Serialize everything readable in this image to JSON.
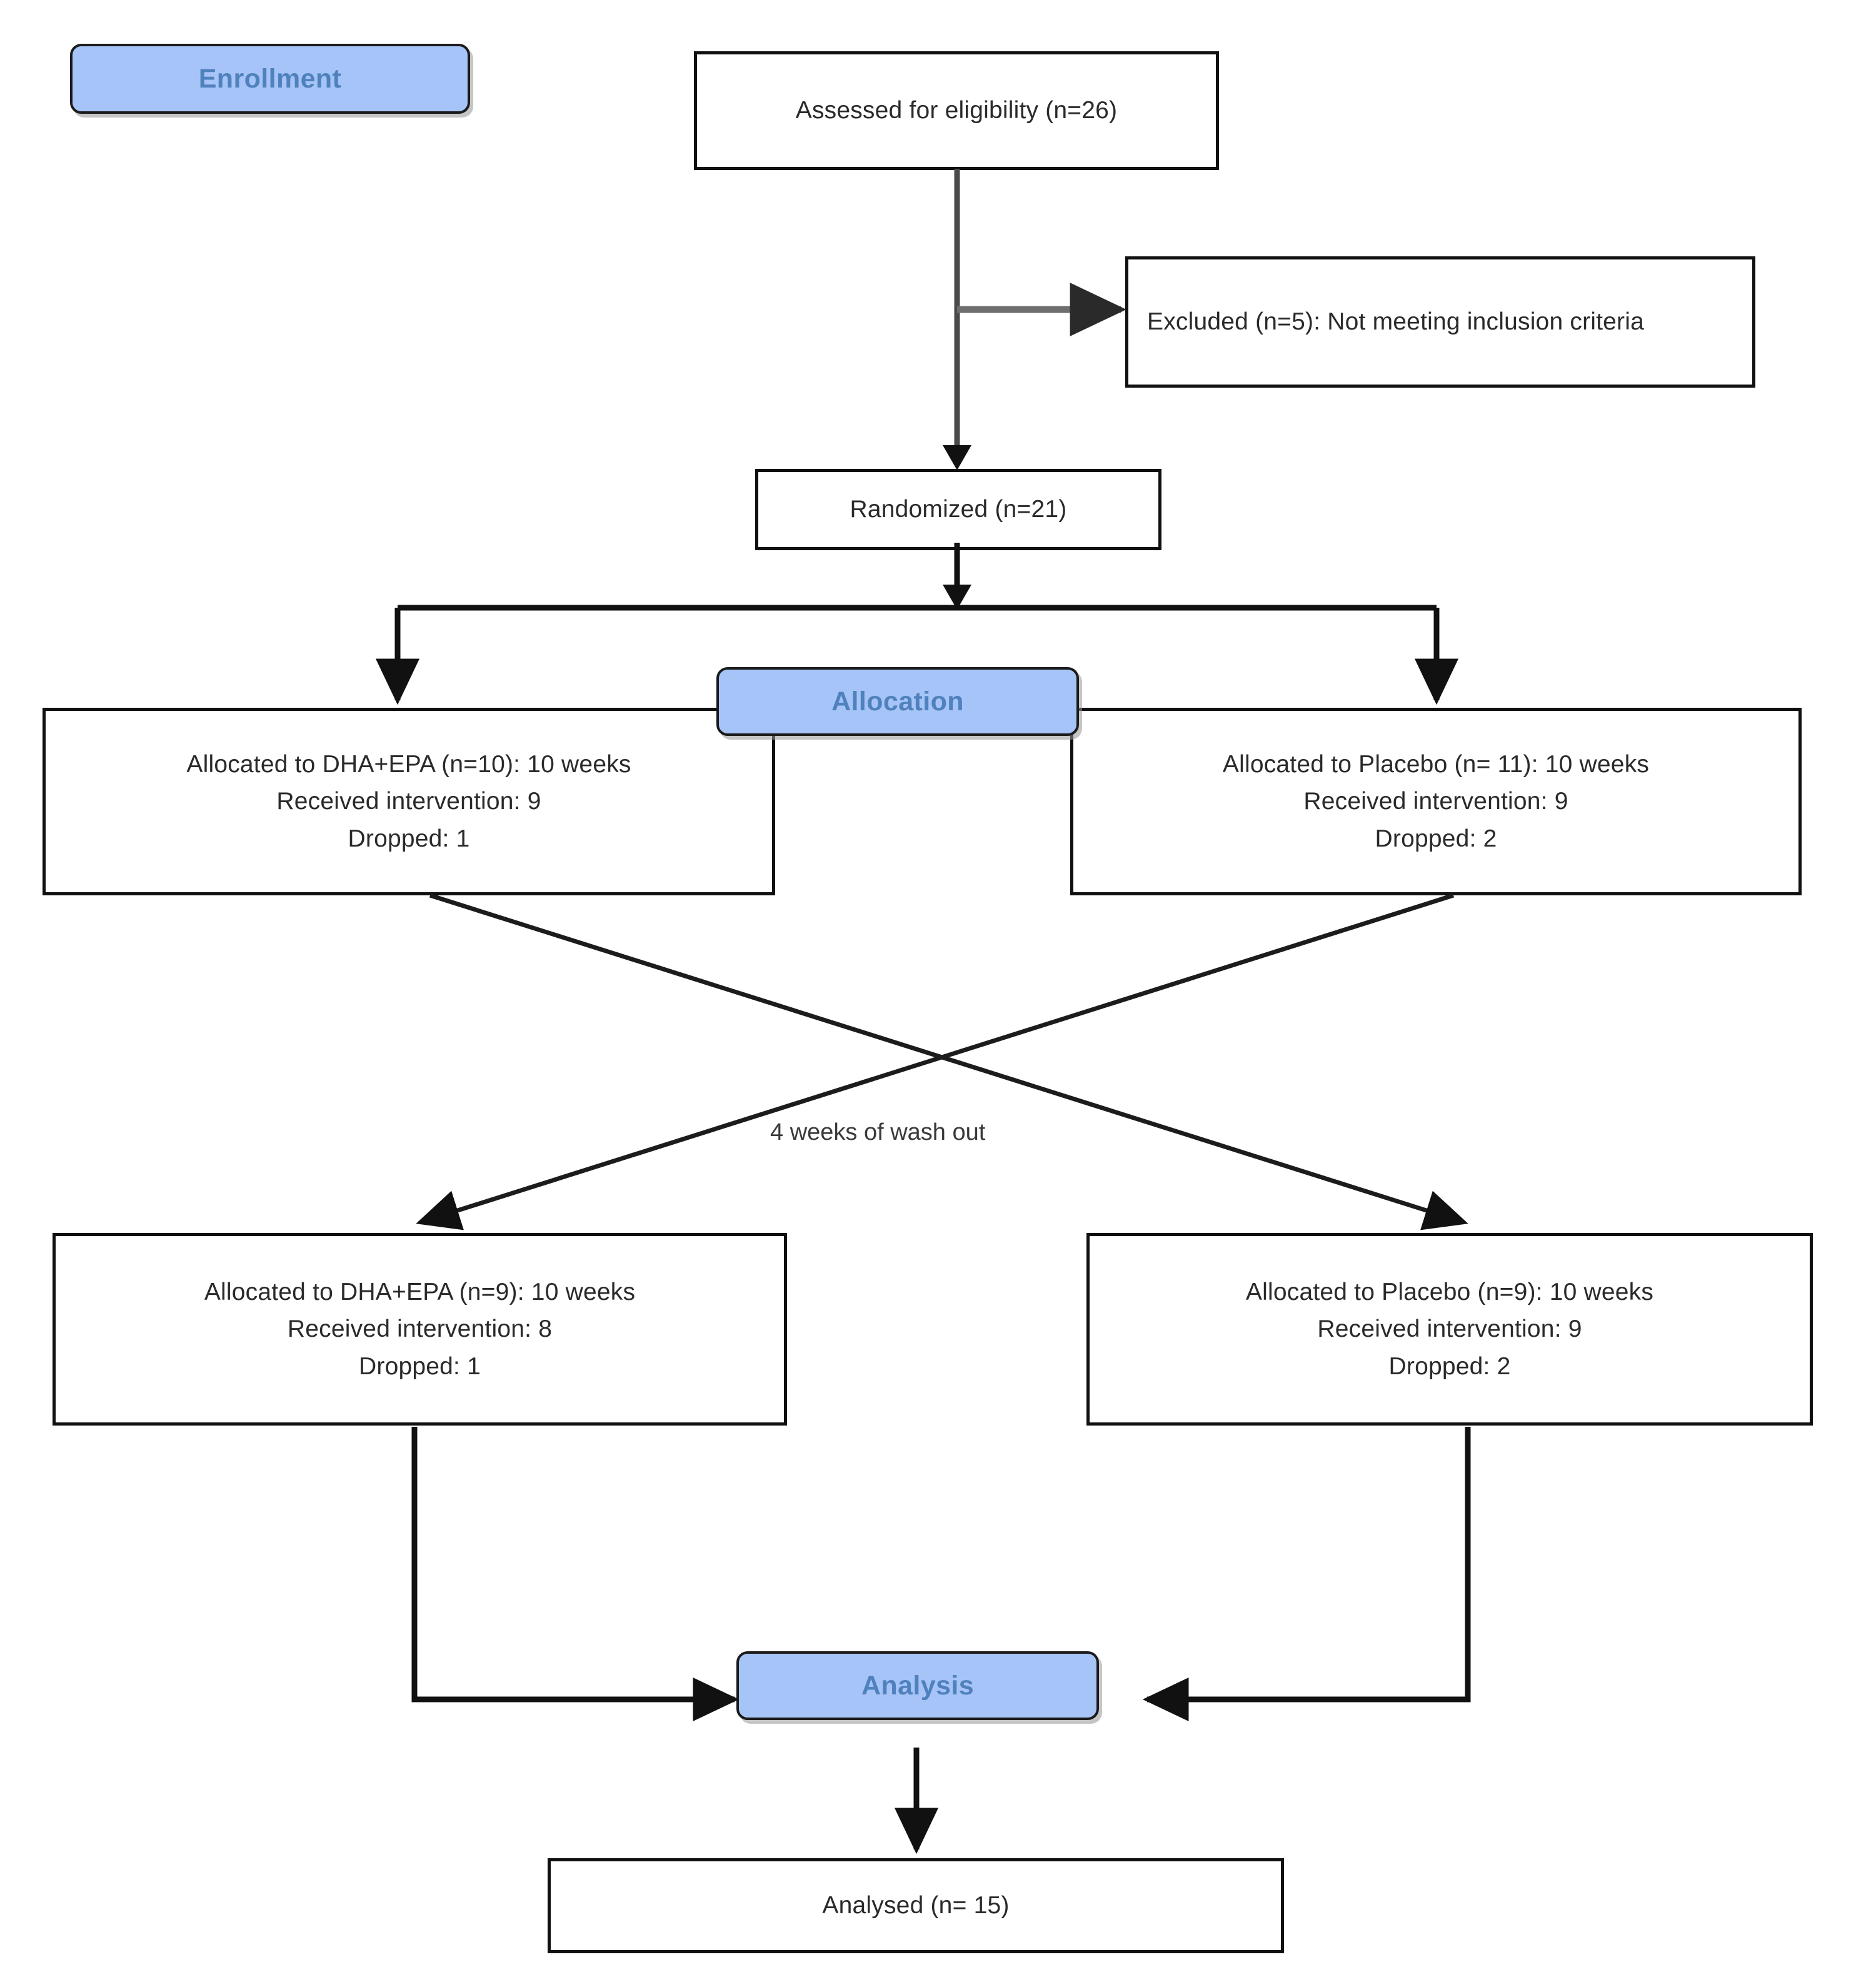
{
  "diagram": {
    "type": "consort-flow-diagram",
    "title": "CONSORT crossover trial flow diagram",
    "colors": {
      "phase_fill": "#a6c4f7",
      "phase_text": "#4f81bd",
      "box_border": "#101010",
      "box_fill": "#ffffff",
      "connector": "#1a1a1a",
      "excluded_connector": "#6e6e6e"
    }
  },
  "phases": {
    "enrollment": "Enrollment",
    "allocation": "Allocation",
    "analysis": "Analysis"
  },
  "nodes": {
    "assessed": {
      "lines": [
        "Assessed for eligibility (n=26)"
      ]
    },
    "excluded": {
      "lines": [
        "Excluded (n=5): Not meeting inclusion criteria"
      ]
    },
    "randomized": {
      "lines": [
        "Randomized (n=21)"
      ]
    },
    "period1_left": {
      "lines": [
        "Allocated to DHA+EPA (n=10): 10 weeks",
        "Received intervention: 9",
        "Dropped: 1"
      ]
    },
    "period1_right": {
      "lines": [
        "Allocated to Placebo (n= 11): 10 weeks",
        "Received intervention: 9",
        "Dropped: 2"
      ]
    },
    "period2_left": {
      "lines": [
        "Allocated to DHA+EPA (n=9): 10 weeks",
        "Received intervention: 8",
        "Dropped: 1"
      ]
    },
    "period2_right": {
      "lines": [
        "Allocated to Placebo (n=9): 10 weeks",
        "Received intervention: 9",
        "Dropped: 2"
      ]
    },
    "analysed": {
      "lines": [
        "Analysed (n= 15)"
      ]
    }
  },
  "edges": {
    "washout_label": "4 weeks of wash out"
  }
}
